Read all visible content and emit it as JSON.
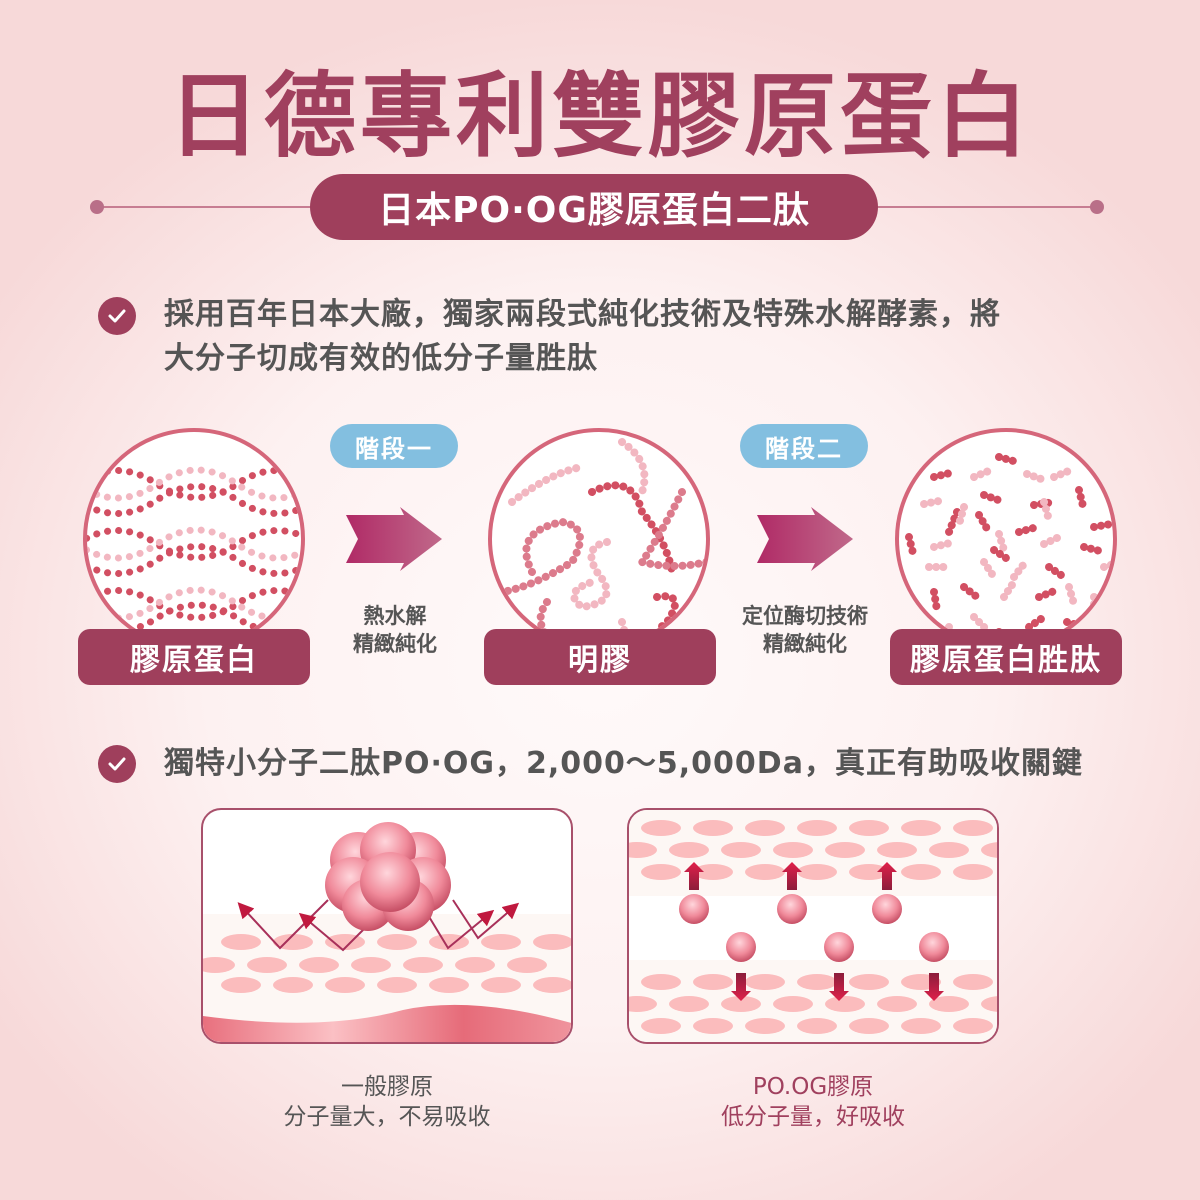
{
  "header": {
    "title": "日德專利雙膠原蛋白",
    "subtitle": "日本PO·OG膠原蛋白二肽"
  },
  "bullets": [
    {
      "icon": "check-icon",
      "line1": "採用百年日本大廠，獨家兩段式純化技術及特殊水解酵素，將",
      "line2": "大分子切成有效的低分子量胜肽"
    },
    {
      "icon": "check-icon",
      "line1": "獨特小分子二肽PO·OG，2,000～5,000Da，真正有助吸收關鍵"
    }
  ],
  "process": {
    "stages": [
      {
        "pill": "階段一",
        "line1": "熱水解",
        "line2": "精緻純化"
      },
      {
        "pill": "階段二",
        "line1": "定位酶切技術",
        "line2": "精緻純化"
      }
    ],
    "items": [
      {
        "label": "膠原蛋白",
        "icon": "collagen-wave-icon"
      },
      {
        "label": "明膠",
        "icon": "gelatin-chain-icon"
      },
      {
        "label": "膠原蛋白胜肽",
        "icon": "peptide-fragment-icon"
      }
    ]
  },
  "comparison": {
    "left": {
      "line1": "一般膠原",
      "line2": "分子量大，不易吸收"
    },
    "right": {
      "line1": "PO.OG膠原",
      "line2": "低分子量，好吸收"
    }
  },
  "colors": {
    "brand": "#9f3f5c",
    "stage_pill": "#83bfe0",
    "circle_border": "#d5667a",
    "dot_dark": "#d24f62",
    "dot_light": "#f2b7c1",
    "skin_cell": "#fbbcbd"
  }
}
